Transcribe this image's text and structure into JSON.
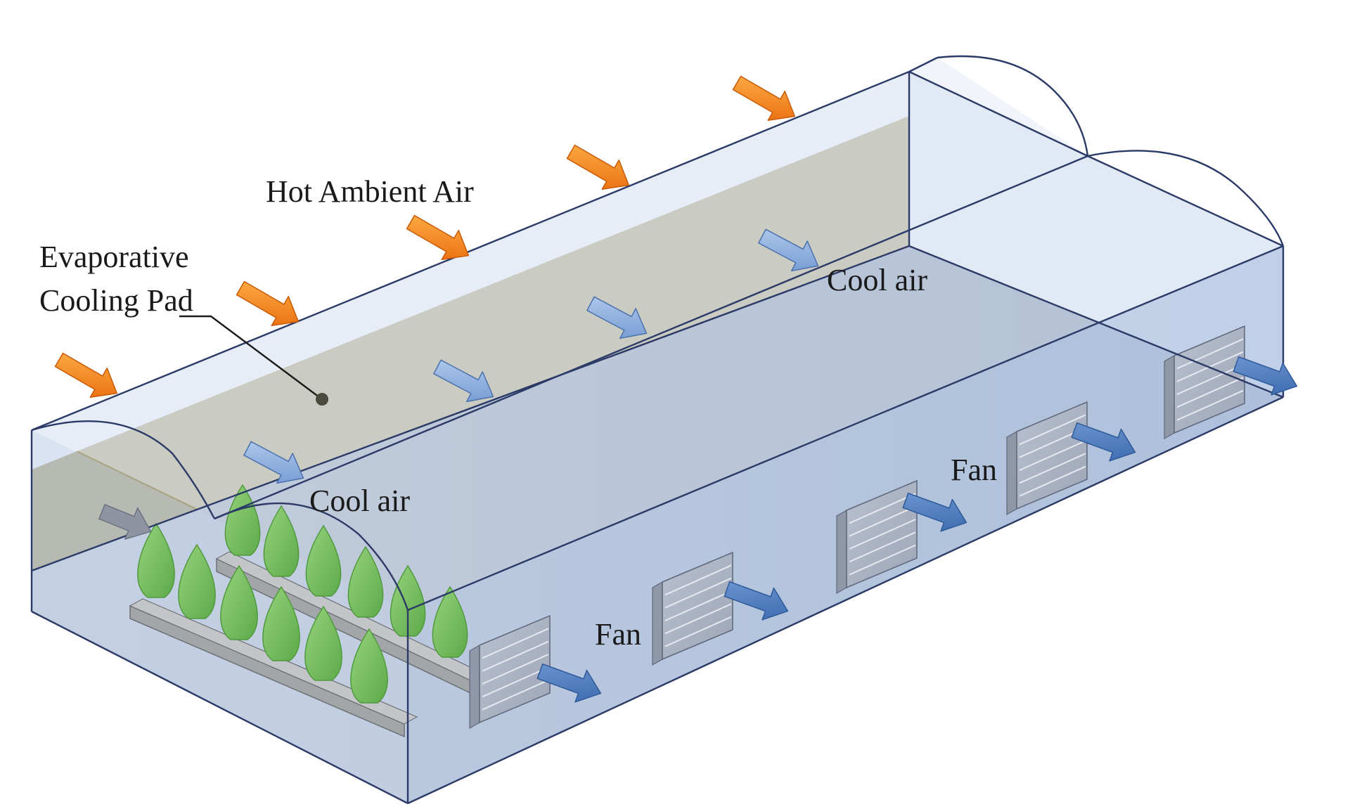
{
  "labels": {
    "hot_air": "Hot Ambient Air",
    "pad_line1": "Evaporative",
    "pad_line2": "Cooling Pad",
    "cool_air_1": "Cool air",
    "cool_air_2": "Cool air",
    "fan_1": "Fan",
    "fan_2": "Fan"
  },
  "colors": {
    "hot_arrow": "#f07d10",
    "cool_arrow": "#7fa6dc",
    "exhaust_arrow": "#4476b8",
    "pad": "#a9a584",
    "floor": "#b4c2d6",
    "plant": "#7cc163",
    "fan": "#a9b1c2",
    "outline": "#2b3a66"
  },
  "icons": {
    "hot": "arrow-right-down-icon",
    "cool": "arrow-right-down-icon",
    "exhaust": "arrow-right-down-icon",
    "fan": "louvered-fan-icon",
    "plant": "leaf-icon"
  }
}
